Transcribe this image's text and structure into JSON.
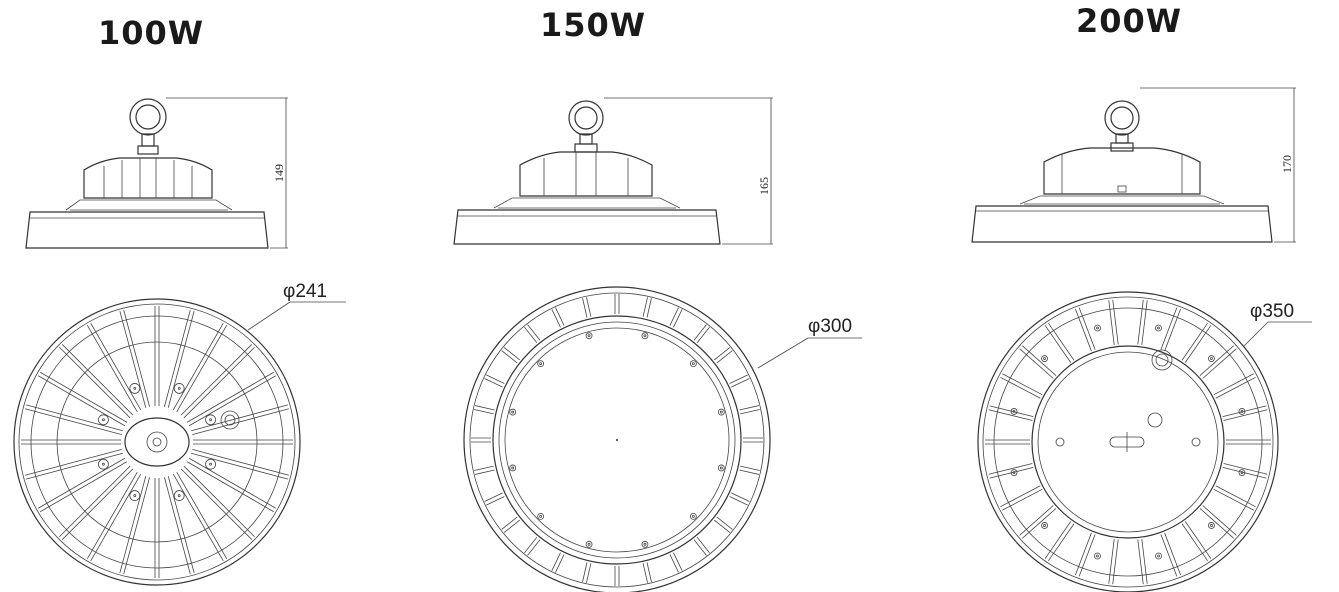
{
  "models": [
    {
      "title": "100W",
      "height_label": "149",
      "diameter_label": "φ241"
    },
    {
      "title": "150W",
      "height_label": "165",
      "diameter_label": "φ300"
    },
    {
      "title": "200W",
      "height_label": "170",
      "diameter_label": "φ350"
    }
  ],
  "colors": {
    "line": "#333333",
    "text": "#1a1a1a"
  }
}
